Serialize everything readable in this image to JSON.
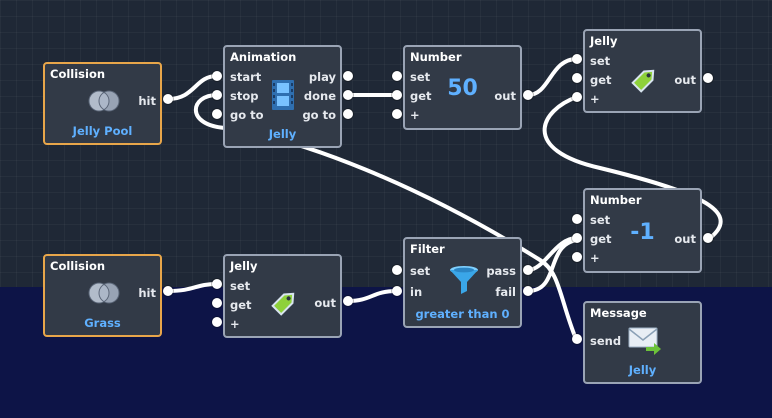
{
  "canvas": {
    "ground_color": "#1f2836",
    "water_color": "#0d1447",
    "node_border": "#9aa4b5",
    "sensor_border": "#e8a64a",
    "accent": "#5fb0ff"
  },
  "nodes": {
    "collision1": {
      "title": "Collision",
      "port": "hit",
      "target": "Jelly Pool",
      "icon": "venn-icon"
    },
    "collision2": {
      "title": "Collision",
      "port": "hit",
      "target": "Grass",
      "icon": "venn-icon"
    },
    "animation": {
      "title": "Animation",
      "inputs": [
        "start",
        "stop",
        "go to"
      ],
      "outputs": [
        "play",
        "done",
        "go to"
      ],
      "target": "Jelly",
      "icon": "film-icon"
    },
    "number1": {
      "title": "Number",
      "inputs": [
        "set",
        "get",
        "+"
      ],
      "output": "out",
      "value": "50"
    },
    "jelly1": {
      "title": "Jelly",
      "inputs": [
        "set",
        "get",
        "+"
      ],
      "output": "out",
      "icon": "tag-icon"
    },
    "jelly2": {
      "title": "Jelly",
      "inputs": [
        "set",
        "get",
        "+"
      ],
      "output": "out",
      "icon": "tag-icon"
    },
    "number2": {
      "title": "Number",
      "inputs": [
        "set",
        "get",
        "+"
      ],
      "output": "out",
      "value": "-1"
    },
    "filter": {
      "title": "Filter",
      "inputs": [
        "set",
        "in"
      ],
      "outputs": [
        "pass",
        "fail"
      ],
      "condition": "greater than 0",
      "icon": "funnel-icon"
    },
    "message": {
      "title": "Message",
      "input": "send",
      "target": "Jelly",
      "icon": "envelope-icon"
    }
  }
}
